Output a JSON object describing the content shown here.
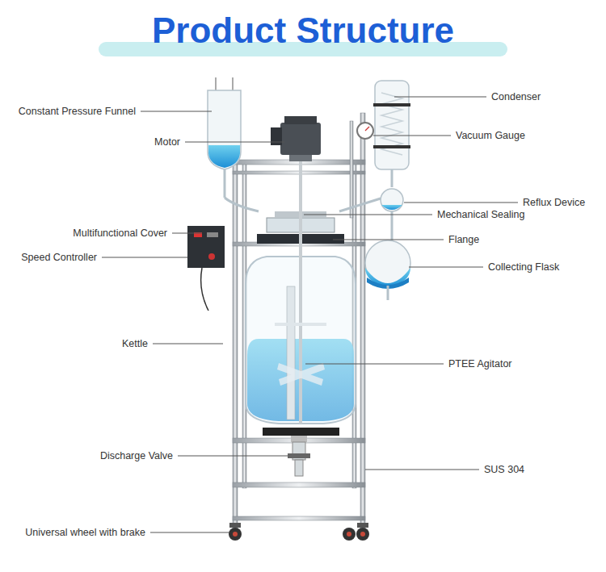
{
  "diagram": {
    "title": "Product Structure",
    "labels": [
      "Constant Pressure Funnel",
      "Condenser",
      "Motor",
      "Vacuum Gauge",
      "Reflux Device",
      "Mechanical Sealing",
      "Multifunctional Cover",
      "Flange",
      "Speed Controller",
      "Collecting Flask",
      "Kettle",
      "PTEE Agitator",
      "Discharge Valve",
      "SUS 304",
      "Universal wheel with brake"
    ]
  }
}
